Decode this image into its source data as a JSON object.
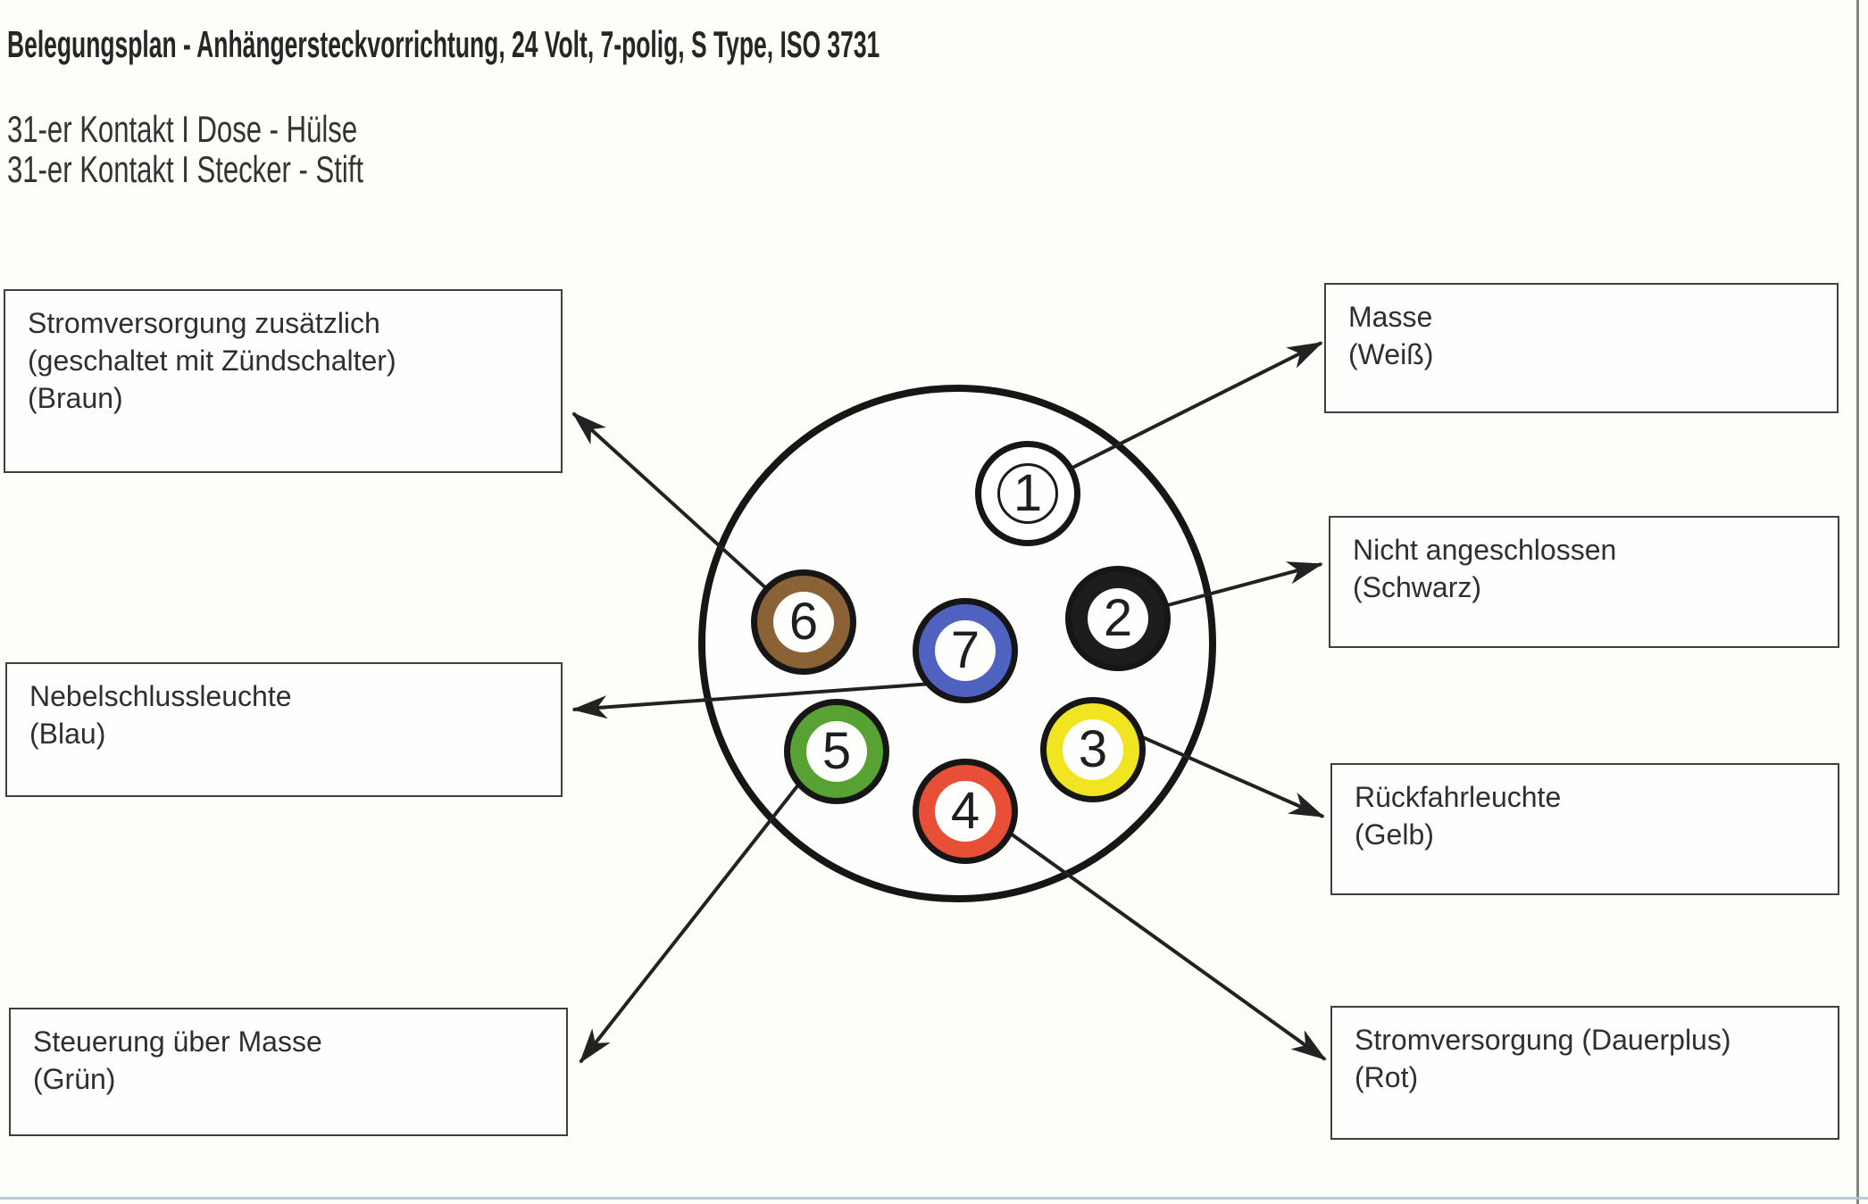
{
  "page": {
    "title": "Belegungsplan - Anhängersteckvorrichtung, 24 Volt, 7-polig, S Type, ISO 3731",
    "subtitle_line1": "31-er Kontakt I Dose - Hülse",
    "subtitle_line2": "31-er Kontakt I Stecker - Stift"
  },
  "labels": {
    "left": [
      {
        "line1": "Stromversorgung zusätzlich",
        "line2": "(geschaltet mit Zündschalter)",
        "line3": "(Braun)"
      },
      {
        "line1": "Nebelschlussleuchte",
        "line2": "(Blau)"
      },
      {
        "line1": "Steuerung über Masse",
        "line2": "(Grün)"
      }
    ],
    "right": [
      {
        "line1": "Masse",
        "line2": "(Weiß)"
      },
      {
        "line1": "Nicht angeschlossen",
        "line2": "(Schwarz)"
      },
      {
        "line1": "Rückfahrleuchte",
        "line2": "(Gelb)"
      },
      {
        "line1": "Stromversorgung (Dauerplus)",
        "line2": "(Rot)"
      }
    ]
  },
  "connector": {
    "type": "circle-7-pin",
    "pins": [
      {
        "number": "1",
        "wire_color_name": "Weiß",
        "hex": "#ffffff",
        "function": "Masse"
      },
      {
        "number": "2",
        "wire_color_name": "Schwarz",
        "hex": "#1d1d1d",
        "function": "Nicht angeschlossen"
      },
      {
        "number": "3",
        "wire_color_name": "Gelb",
        "hex": "#f1e420",
        "function": "Rückfahrleuchte"
      },
      {
        "number": "4",
        "wire_color_name": "Rot",
        "hex": "#e84f37",
        "function": "Stromversorgung (Dauerplus)"
      },
      {
        "number": "5",
        "wire_color_name": "Grün",
        "hex": "#58a133",
        "function": "Steuerung über Masse"
      },
      {
        "number": "6",
        "wire_color_name": "Braun",
        "hex": "#8b6236",
        "function": "Stromversorgung zusätzlich (geschaltet mit Zündschalter)"
      },
      {
        "number": "7",
        "wire_color_name": "Blau",
        "hex": "#5062c0",
        "function": "Nebelschlussleuchte"
      }
    ]
  }
}
